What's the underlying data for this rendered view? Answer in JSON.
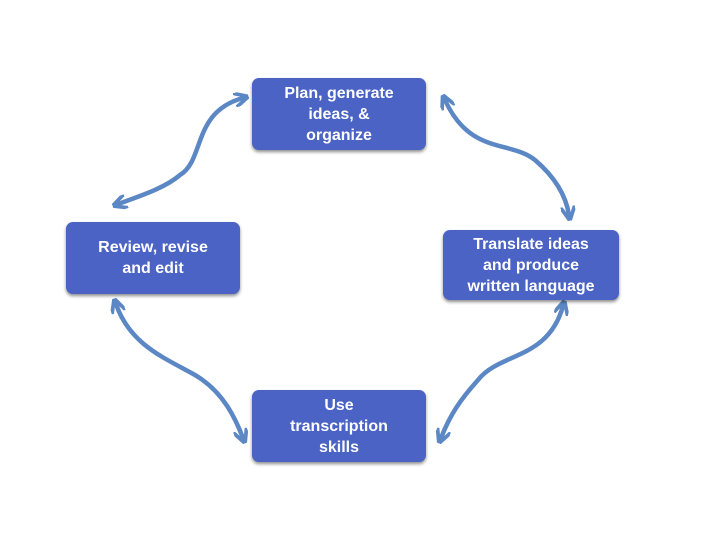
{
  "colors": {
    "node_fill": "#4a63c4",
    "node_text": "#ffffff",
    "arrow": "#5b87c5",
    "background": "#ffffff"
  },
  "nodes": {
    "plan": {
      "label": "Plan, generate\nideas, &\norganize"
    },
    "review": {
      "label": "Review, revise\nand edit"
    },
    "translate": {
      "label": "Translate ideas\nand produce\nwritten language"
    },
    "transcribe": {
      "label": "Use\ntranscription\nskills"
    }
  },
  "connectors": [
    {
      "between": [
        "plan",
        "review"
      ],
      "direction": "bidirectional"
    },
    {
      "between": [
        "plan",
        "translate"
      ],
      "direction": "bidirectional"
    },
    {
      "between": [
        "review",
        "transcribe"
      ],
      "direction": "bidirectional"
    },
    {
      "between": [
        "translate",
        "transcribe"
      ],
      "direction": "bidirectional"
    }
  ]
}
